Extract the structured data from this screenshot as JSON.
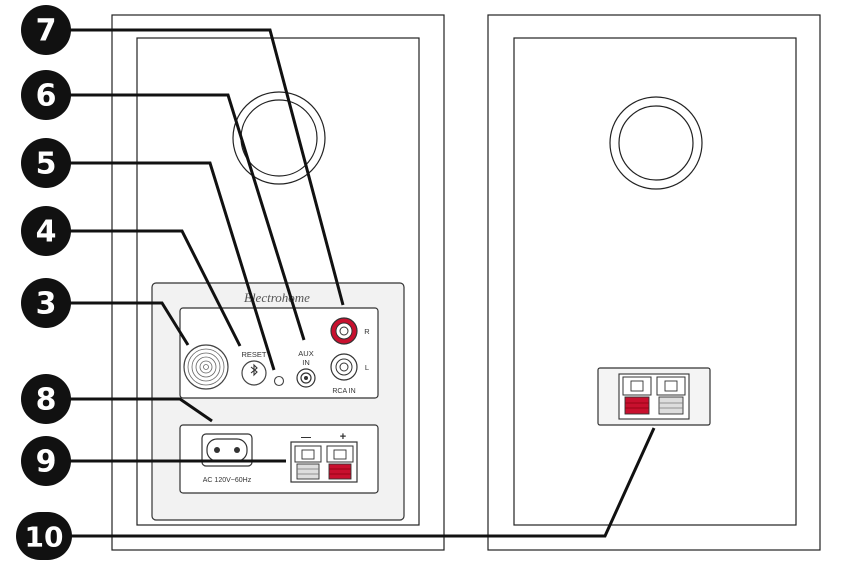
{
  "callouts": [
    {
      "id": "7",
      "label": "7"
    },
    {
      "id": "6",
      "label": "6"
    },
    {
      "id": "5",
      "label": "5"
    },
    {
      "id": "4",
      "label": "4"
    },
    {
      "id": "3",
      "label": "3"
    },
    {
      "id": "8",
      "label": "8"
    },
    {
      "id": "9",
      "label": "9"
    },
    {
      "id": "10",
      "label": "10"
    }
  ],
  "panel": {
    "brand": "Electrohome",
    "reset_label": "RESET",
    "aux_label_1": "AUX",
    "aux_label_2": "IN",
    "rca_label": "RCA IN",
    "right_label": "R",
    "left_label": "L",
    "power_label": "AC 120V~60Hz",
    "minus_label": "—",
    "plus_label": "+"
  },
  "colors": {
    "line": "#111111",
    "red_jack": "#c8102e",
    "red_terminal": "#c8102e",
    "panel_fill": "#f4f4f4"
  }
}
